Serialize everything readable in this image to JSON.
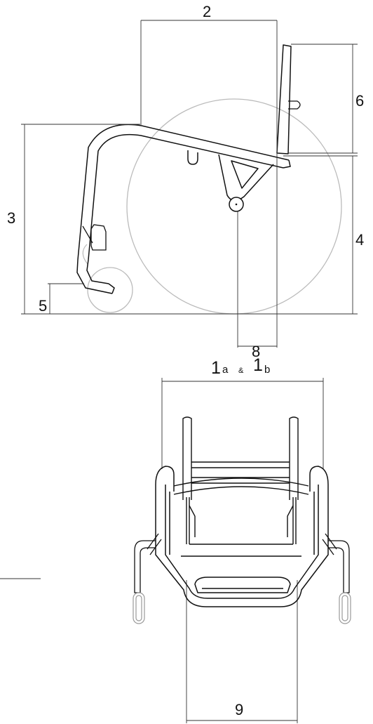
{
  "side_view": {
    "label_2": "2",
    "label_3": "3",
    "label_4": "4",
    "label_5": "5",
    "label_6": "6",
    "label_8": "8"
  },
  "front_view": {
    "label_1": "1",
    "label_a": "a",
    "label_amp": "&",
    "label_1_second": "1",
    "label_b": "b",
    "label_9": "9"
  },
  "colors": {
    "frame_stroke": "#111111",
    "wheel_stroke": "#bbbbbb",
    "dimension_stroke": "#333333"
  }
}
